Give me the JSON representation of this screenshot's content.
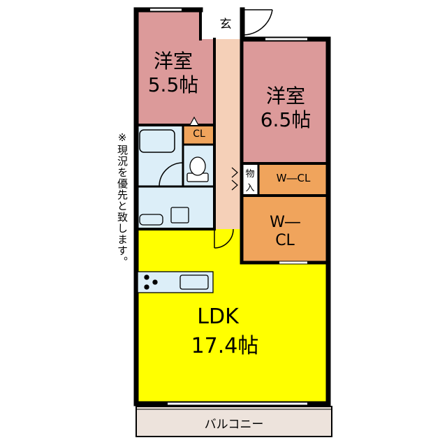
{
  "rooms": {
    "bedroom1": {
      "name": "洋室",
      "size": "5.5帖"
    },
    "bedroom2": {
      "name": "洋室",
      "size": "6.5帖"
    },
    "ldk": {
      "name": "LDK",
      "size": "17.4帖"
    },
    "entrance": "玄",
    "closet": "CL",
    "wcl_small": "W―CL",
    "wcl_large_1": "W―",
    "wcl_large_2": "CL",
    "storage_1": "物",
    "storage_2": "入",
    "balcony": "バルコニー"
  },
  "note": "※現況を優先と致します。",
  "colors": {
    "bedroom": "#dc9a9a",
    "ldk": "#ffff00",
    "corridor": "#f5d0b8",
    "closet": "#f0a45c",
    "wet": "#dceef8",
    "balcony": "#ede3dc",
    "wall": "#000000"
  }
}
